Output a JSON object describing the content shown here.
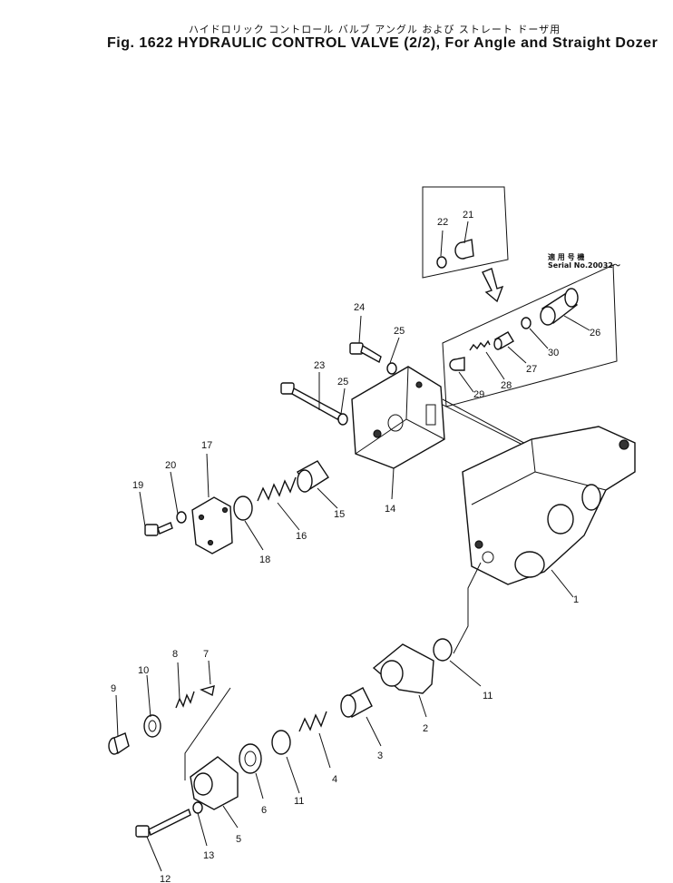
{
  "header": {
    "title_jp": "ハイドロリック コントロール バルブ   アングル および ストレート ドーザ用",
    "title_en": "Fig. 1622  HYDRAULIC CONTROL VALVE (2/2), For Angle and Straight Dozer"
  },
  "serial_note": {
    "jp": "適 用 号 機",
    "en": "Serial No.20032～"
  },
  "callouts": [
    "1",
    "2",
    "3",
    "4",
    "5",
    "6",
    "7",
    "8",
    "9",
    "10",
    "11",
    "11",
    "12",
    "13",
    "14",
    "15",
    "16",
    "17",
    "18",
    "19",
    "20",
    "21",
    "22",
    "23",
    "24",
    "25",
    "25",
    "26",
    "27",
    "28",
    "29",
    "30"
  ]
}
